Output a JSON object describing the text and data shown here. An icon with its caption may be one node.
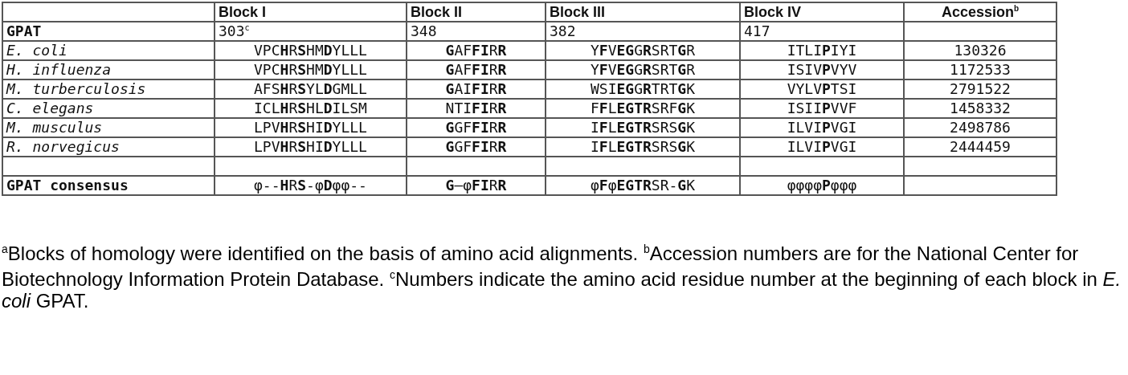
{
  "diagram": {
    "caption": "$^{a}$Blocks of homology were identified on the basis of amino acid alignments.  $^{b}$Accession numbers are for the National Center for Biotechnology Information Protein Database.  $^{c}$Numbers indicate the amino acid residue number at the beginning of each block in *E. coli* GPAT.",
    "labels": [
      "Block I",
      "Block II",
      "Block III",
      "Block IV",
      "Accession$^{b}$",
      "GPAT",
      "303$^{c}$",
      "348",
      "382",
      "417",
      "E. coli",
      "VPC**H**R**S**HM**D**YLLL",
      "**G**AF**FI**R**R**",
      "Y**F**V**EG**G**R**SRT**G**R",
      "ITLI**P**IYI",
      "130326",
      "H. influenza",
      "VPC**H**R**S**HM**D**YLLL",
      "**G**AF**FI**R**R**",
      "Y**F**V**EG**G**R**SRT**G**R",
      "ISIV**P**VYV",
      "1172533",
      "M. turberculosis",
      "AFS**H**R**S**YL**D**GMLL",
      "**G**AI**FI**R**R**",
      "WSI**EG**G**R**TRT**G**K",
      "VYLV**P**TSI",
      "2791522",
      "C. elegans",
      "ICL**H**R**S**HL**D**ILSM",
      "NTI**FI**R**R**",
      "F**F**L**EGTR**SRF**G**K",
      "ISII**P**VVF",
      "1458332",
      "M. musculus",
      "LPV**H**R**S**HI**D**YLLL",
      "**G**GF**FI**R**R**",
      "I**F**L**EGTR**SRS**G**K",
      "ILVI**P**VGI",
      "2498786",
      "R. norvegicus",
      "LPV**H**R**S**HI**D**YLLL",
      "**G**GF**FI**R**R**",
      "I**F**L**EGTR**SRS**G**K",
      "ILVI**P**VGI",
      "2444459",
      "GPAT consensus",
      "φ--**H**R**S**-φ**D**φφ--",
      "**G**–φ**FI**R**R**",
      "φ**F**φ**EGTR**SR-**G**K",
      "φφφφ**P**φφφ"
    ]
  }
}
